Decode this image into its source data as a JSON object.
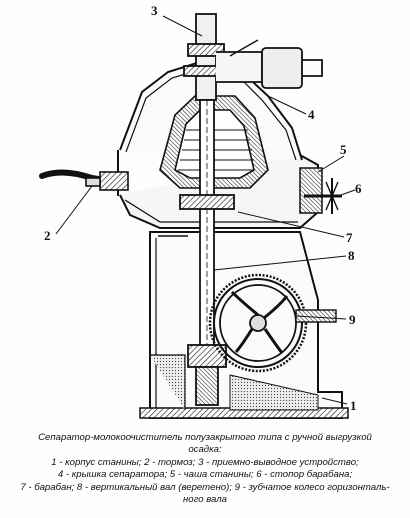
{
  "callouts": {
    "c1": "1",
    "c2": "2",
    "c3": "3",
    "c4": "4",
    "c5": "5",
    "c6": "6",
    "c7": "7",
    "c8": "8",
    "c9": "9"
  },
  "caption": {
    "title_line1": "Сепаратор-молокоочиститель полузакрытого типа с ручной выгрузкой",
    "title_line2": "осадка:",
    "legend_line1": "1 - корпус станины; 2 - тормоз; 3 - приемно-выводное устройство;",
    "legend_line2": "4 - крышка сепаратора; 5 - чаша станины; 6 - стопор барабана;",
    "legend_line3": "7 - барабан; 8 - вертикальный вал (веретено); 9 - зубчатое колесо горизонталь-",
    "legend_line4": "ного вала"
  }
}
